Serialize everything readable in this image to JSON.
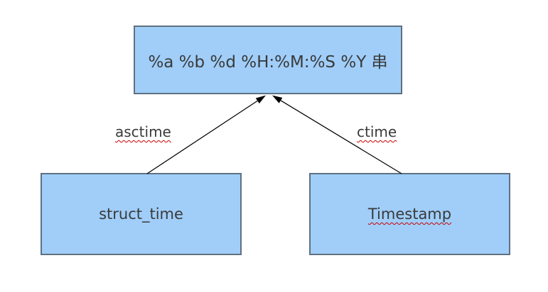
{
  "diagram": {
    "background_color": "#FFFFFF",
    "node_fill_color": "#A0CEF9",
    "node_border_color": "#5F7181",
    "text_color": "#3A3A3A",
    "arrow_color": "#000000",
    "spellcheck_underline_color": "#CC0000",
    "nodes": {
      "format": {
        "label": "%a %b %d %H:%M:%S %Y 串"
      },
      "struct_time": {
        "label": "struct_time"
      },
      "timestamp": {
        "label": "Timestamp"
      }
    },
    "edges": {
      "asctime": {
        "label": "asctime",
        "from": "struct_time",
        "to": "format"
      },
      "ctime": {
        "label": "ctime",
        "from": "timestamp",
        "to": "format"
      }
    }
  }
}
